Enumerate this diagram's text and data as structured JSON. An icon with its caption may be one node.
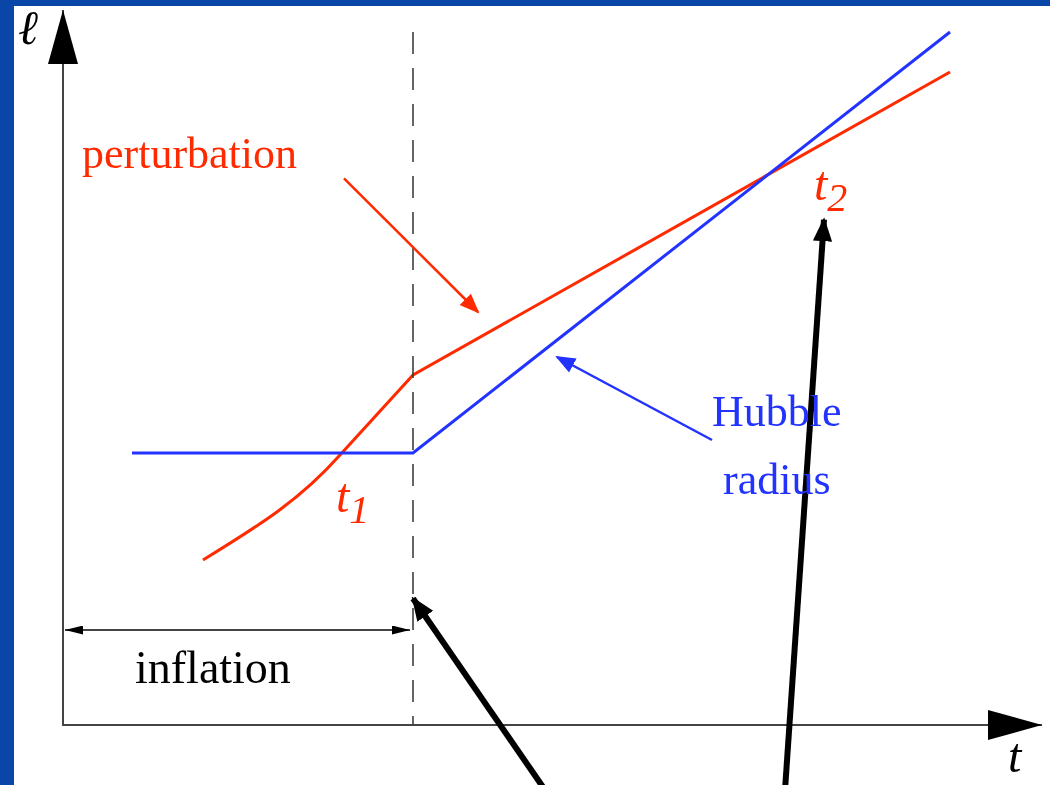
{
  "diagram": {
    "nodes": [
      {
        "text": [
          "perturbation"
        ]
      },
      {
        "text": [
          "Hubble radius"
        ]
      },
      {
        "text": [
          "t$_{1}$"
        ]
      },
      {
        "text": [
          "t$_{2}$"
        ]
      },
      {
        "text": [],
        "shape": "line"
      }
    ],
    "edges": [
      {
        "from": 0,
        "to": null,
        "arrow": "to",
        "color": "#ff2a00"
      },
      {
        "from": 1,
        "to": null,
        "arrow": "to",
        "color": "#2233ff"
      },
      {
        "from": null,
        "to": 4,
        "arrow": "to",
        "style": "thick"
      },
      {
        "from": null,
        "to": 3,
        "arrow": "to",
        "style": "thick"
      }
    ],
    "labels": [
      "ℓ",
      "t",
      "inflation"
    ]
  }
}
